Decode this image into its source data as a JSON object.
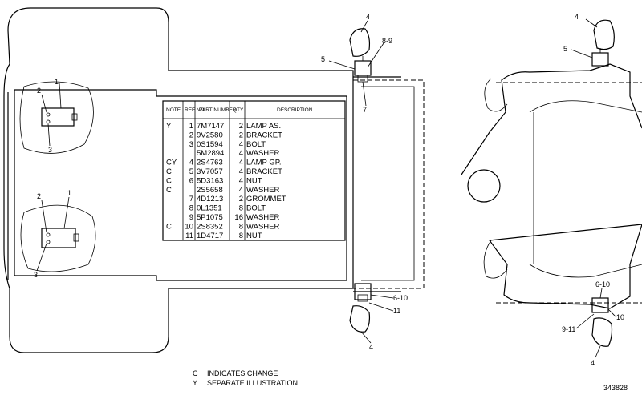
{
  "parts_table": {
    "headers": [
      "NOTE",
      "REF NO",
      "PART NUMBER",
      "QTY",
      "DESCRIPTION"
    ],
    "rows": [
      {
        "note": "Y",
        "ref": "1",
        "part": "7M7147",
        "qty": "2",
        "desc": "LAMP AS."
      },
      {
        "note": "",
        "ref": "2",
        "part": "9V2580",
        "qty": "2",
        "desc": "BRACKET"
      },
      {
        "note": "",
        "ref": "3",
        "part": "0S1594",
        "qty": "4",
        "desc": "BOLT"
      },
      {
        "note": "",
        "ref": "",
        "part": "5M2894",
        "qty": "4",
        "desc": "WASHER"
      },
      {
        "note": "CY",
        "ref": "4",
        "part": "2S4763",
        "qty": "4",
        "desc": "LAMP GP."
      },
      {
        "note": "C",
        "ref": "5",
        "part": "3V7057",
        "qty": "4",
        "desc": "BRACKET"
      },
      {
        "note": "C",
        "ref": "6",
        "part": "5D3163",
        "qty": "4",
        "desc": "NUT"
      },
      {
        "note": "C",
        "ref": "",
        "part": "2S5658",
        "qty": "4",
        "desc": "WASHER"
      },
      {
        "note": "",
        "ref": "7",
        "part": "4D1213",
        "qty": "2",
        "desc": "GROMMET"
      },
      {
        "note": "",
        "ref": "8",
        "part": "0L1351",
        "qty": "8",
        "desc": "BOLT"
      },
      {
        "note": "",
        "ref": "9",
        "part": "5P1075",
        "qty": "16",
        "desc": "WASHER"
      },
      {
        "note": "C",
        "ref": "10",
        "part": "2S8352",
        "qty": "8",
        "desc": "WASHER"
      },
      {
        "note": "",
        "ref": "11",
        "part": "1D4717",
        "qty": "8",
        "desc": "NUT"
      }
    ]
  },
  "callouts": {
    "c1a": "1",
    "c2a": "2",
    "c3a": "3",
    "c1b": "1",
    "c2b": "2",
    "c3b": "3",
    "c4a": "4",
    "c89": "8-9",
    "c5a": "5",
    "c7": "7",
    "c610a": "6-10",
    "c11": "11",
    "c4b": "4",
    "c4c": "4",
    "c5c": "5",
    "c610c": "6-10",
    "c911": "9-11",
    "c10": "10",
    "c4d": "4"
  },
  "legend": [
    {
      "key": "C",
      "text": "INDICATES CHANGE"
    },
    {
      "key": "Y",
      "text": "SEPARATE ILLUSTRATION"
    }
  ],
  "figure_number": "343828"
}
